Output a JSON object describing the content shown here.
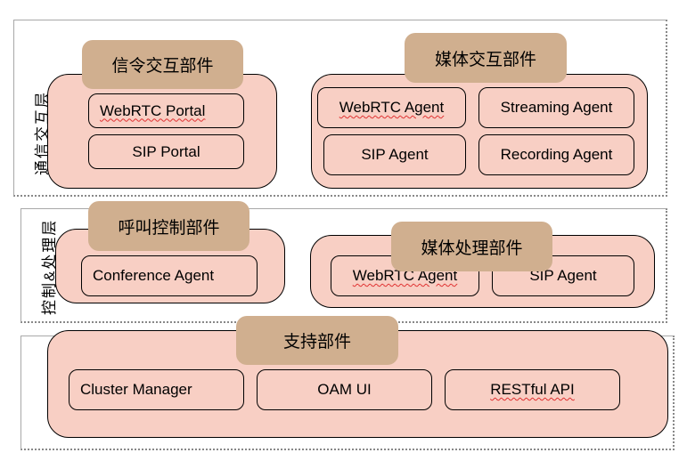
{
  "layers": [
    {
      "label": "通信交互层",
      "groups": [
        {
          "title": "信令交互部件",
          "items": [
            "WebRTC Portal",
            "SIP Portal"
          ]
        },
        {
          "title": "媒体交互部件",
          "items": [
            "WebRTC Agent",
            "Streaming Agent",
            "SIP Agent",
            "Recording Agent"
          ]
        }
      ]
    },
    {
      "label": "控制&处理层",
      "groups": [
        {
          "title": "呼叫控制部件",
          "items": [
            "Conference Agent"
          ]
        },
        {
          "title": "媒体处理部件",
          "items": [
            "WebRTC Agent",
            "SIP Agent"
          ]
        }
      ]
    },
    {
      "label": "",
      "groups": [
        {
          "title": "支持部件",
          "items": [
            "Cluster Manager",
            "OAM UI",
            "RESTful API"
          ]
        }
      ]
    }
  ],
  "colors": {
    "group_fill": "#f8cfc4",
    "title_fill": "#d0af8f"
  }
}
